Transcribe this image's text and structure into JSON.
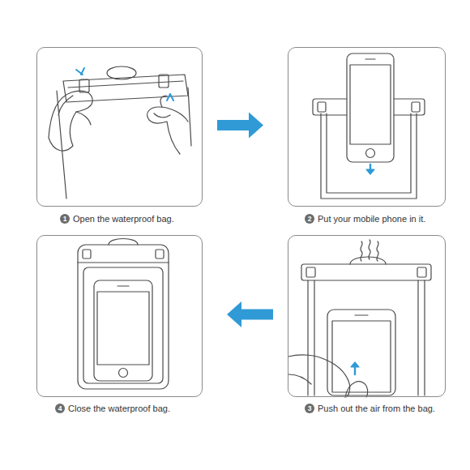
{
  "diagram": {
    "nodes": [
      {
        "text": [
          "1",
          "Open the waterproof bag."
        ]
      },
      {
        "text": [
          "2",
          "Put your mobile phone in it."
        ]
      },
      {
        "text": [
          "3",
          "Push out the air from the bag."
        ]
      },
      {
        "text": [
          "4",
          "Close the waterproof bag."
        ]
      }
    ],
    "edges": [
      {
        "from": 0,
        "to": 1,
        "arrow": "to"
      },
      {
        "from": 2,
        "to": 3,
        "arrow": "to"
      }
    ]
  }
}
